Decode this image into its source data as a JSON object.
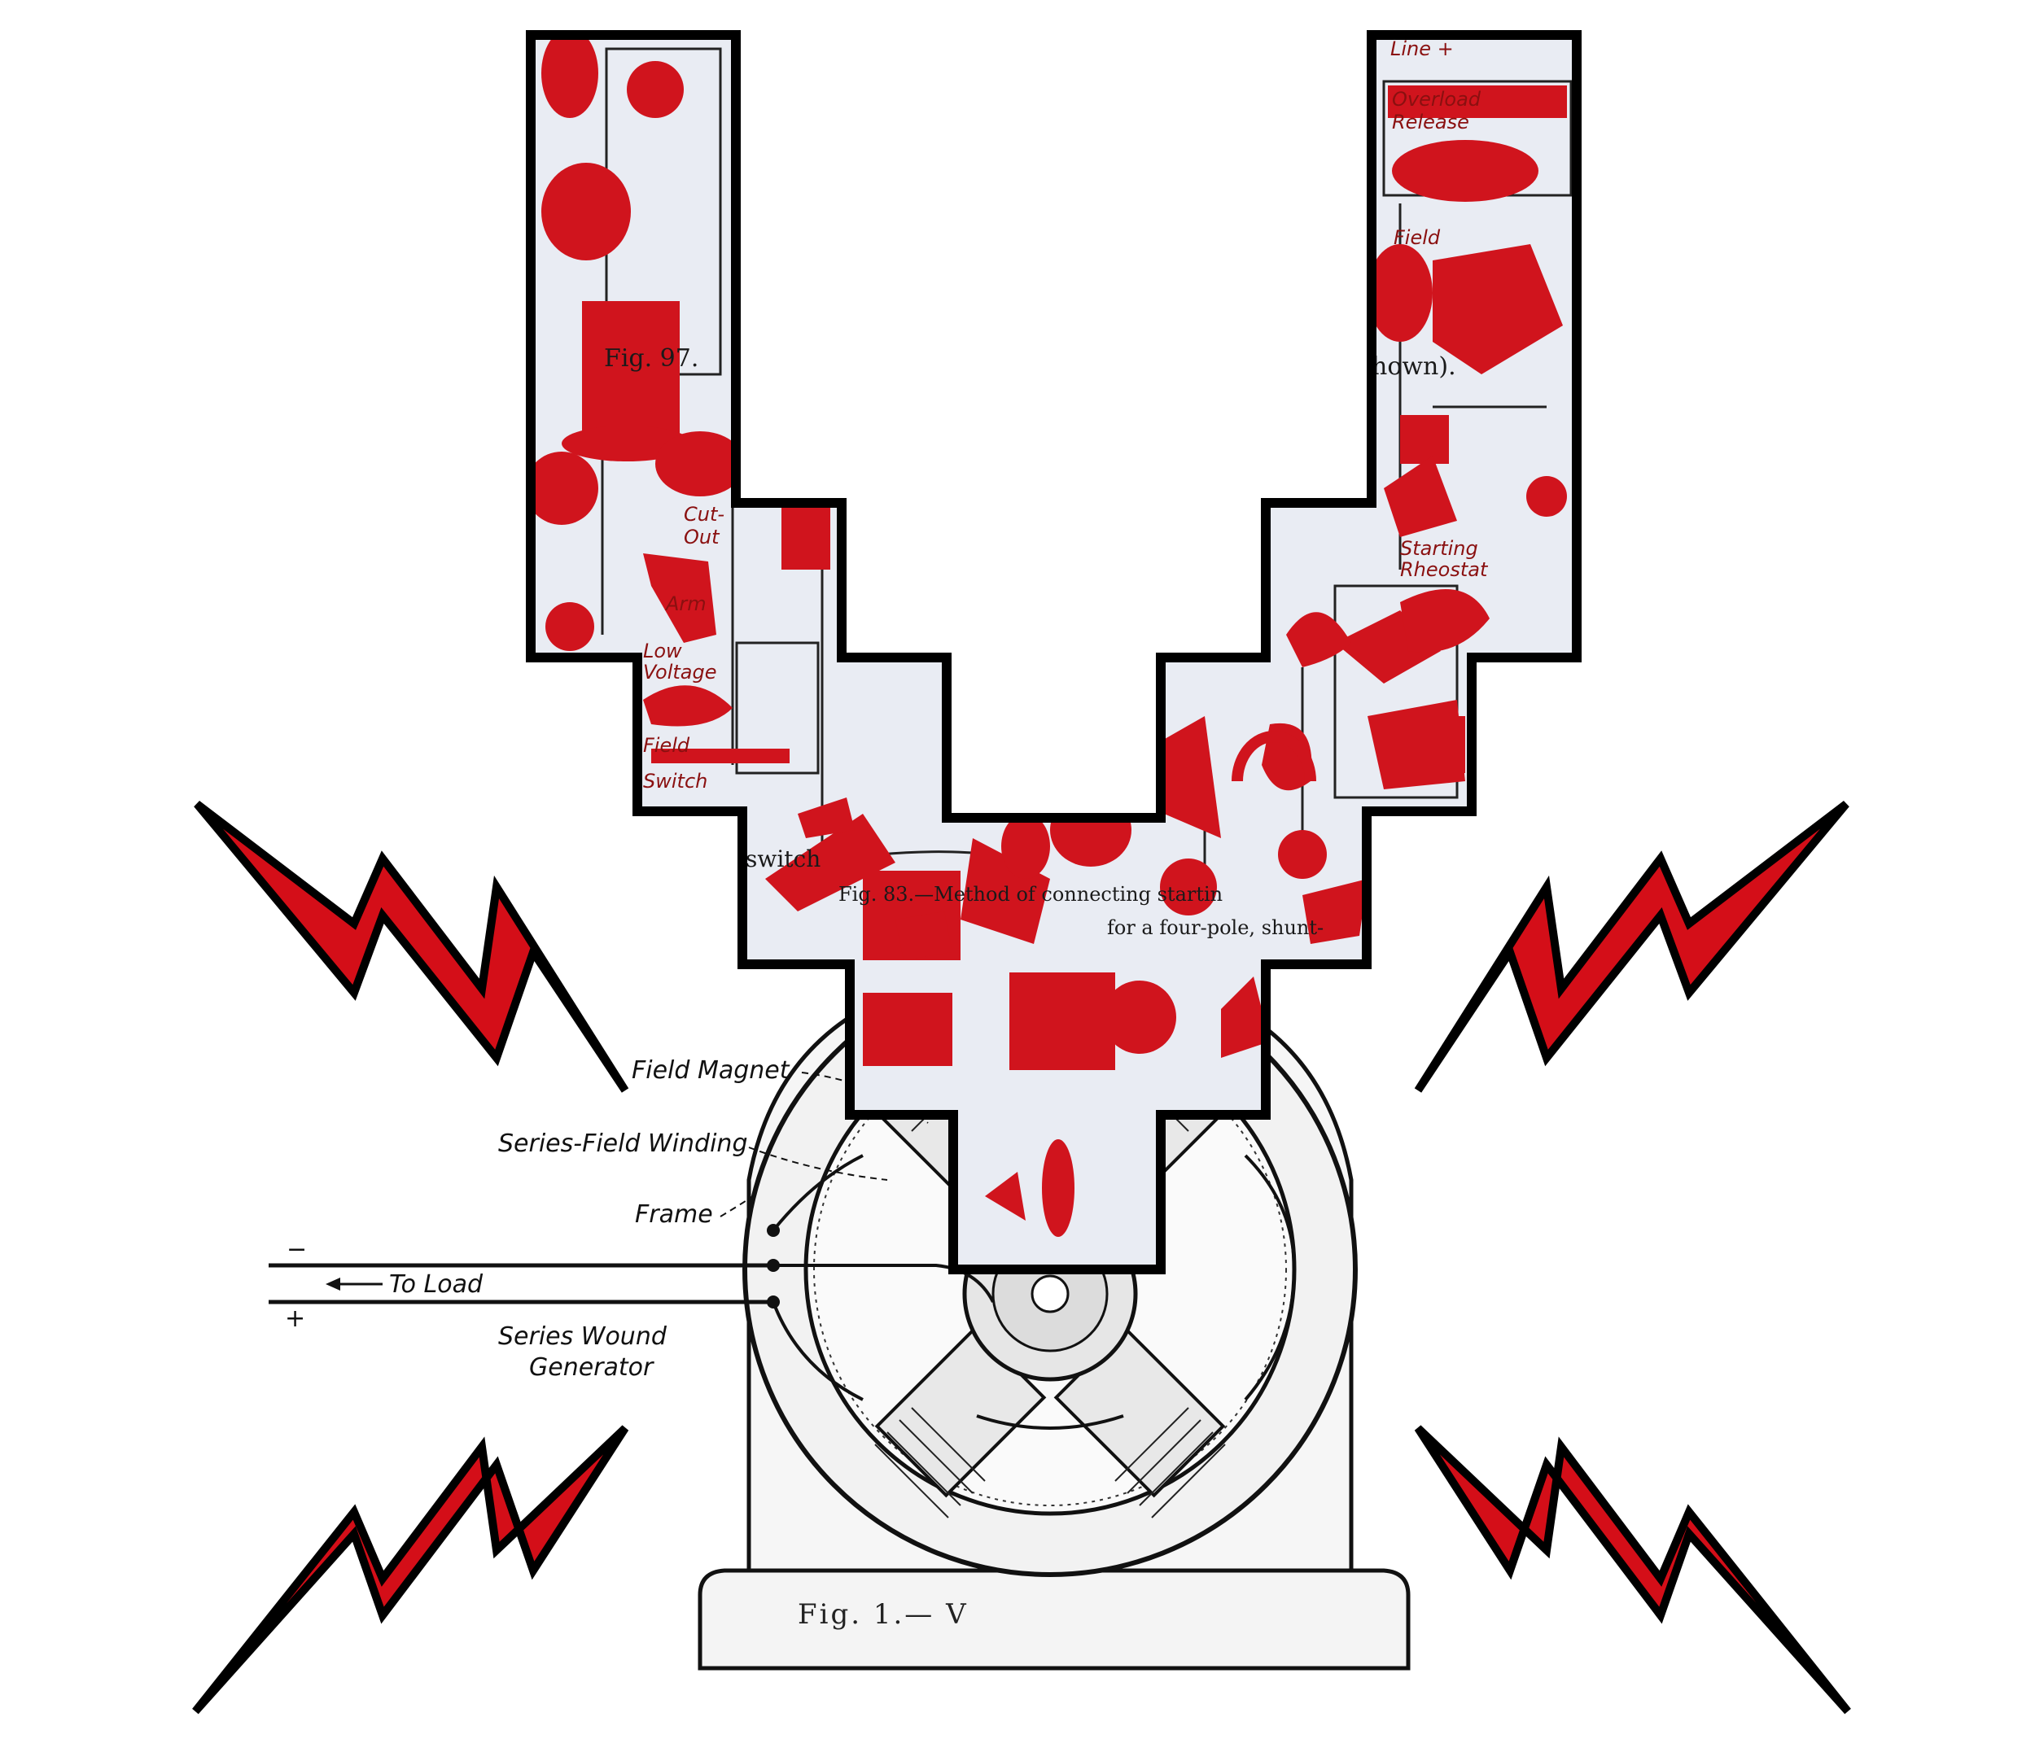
{
  "colors": {
    "bolt_fill": "#d40e18",
    "bolt_outline": "#000000",
    "collage_red": "#d0141d",
    "collage_paper": "#e9ecf3",
    "ink": "#1a1a1a",
    "background": "#ffffff"
  },
  "generator_labels": {
    "field_magnet": "Field Magnet",
    "series_field_winding": "Series-Field Winding",
    "frame": "Frame",
    "to_load": "To Load",
    "series_wound": "Series Wound",
    "generator": "Generator",
    "minus": "−",
    "plus": "+"
  },
  "caption": "Fig. 1.— V",
  "collage_fragments": {
    "fig_97": "Fig. 97.",
    "shown": "hown).",
    "switch": "switch",
    "fig_83_line1": "Fig. 83.—Method of connecting startin",
    "fig_83_line2": "for a four-pole, shunt-",
    "overload": "Overload",
    "release": "Release",
    "line": "Line +",
    "field_right": "Field",
    "starting": "Starting",
    "rheostat": "Rheostat",
    "cut_out": "Cut-",
    "out": "Out",
    "arm": "Arm",
    "low": "Low",
    "voltage": "Voltage",
    "field_left": "Field",
    "switch_left": "Switch"
  }
}
